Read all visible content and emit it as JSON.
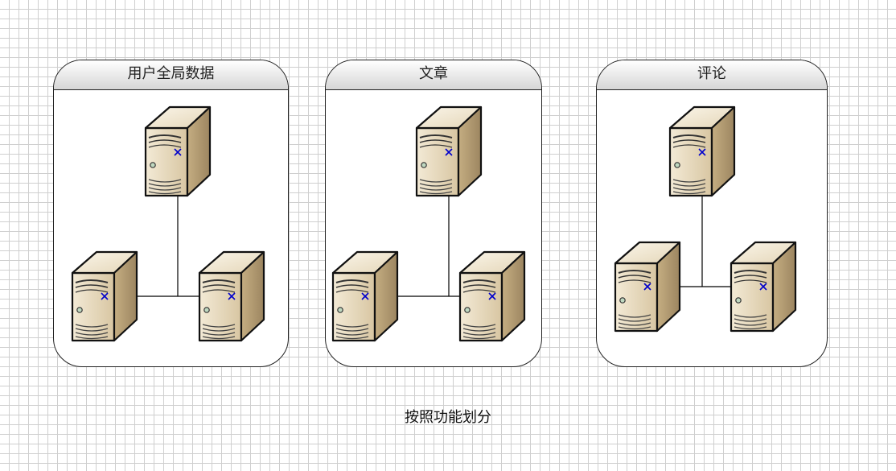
{
  "diagram": {
    "groups": [
      {
        "title": "用户全局数据"
      },
      {
        "title": "文章"
      },
      {
        "title": "评论"
      }
    ],
    "caption": "按照功能划分",
    "node_icon": "server-tower-icon",
    "colors": {
      "server_face": "#e2d4b6",
      "server_side": "#b59d72",
      "server_dark": "#8a7552",
      "connector": "#0000cc",
      "line": "#000000",
      "grid": "#cfcfcf"
    }
  }
}
